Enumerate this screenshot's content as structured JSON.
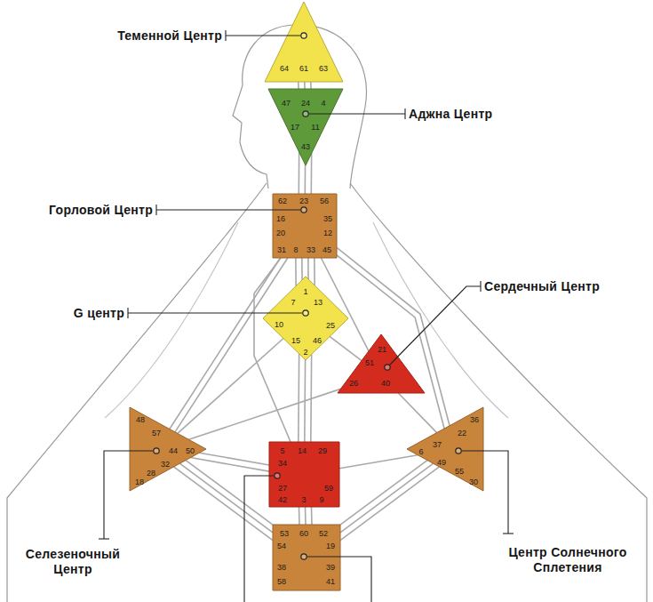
{
  "diagram": {
    "nodes": [
      {
        "text": [
          "Теменной Центр",
          "64",
          "61",
          "63"
        ]
      },
      {
        "text": [
          "Аджна Центр",
          "47",
          "24",
          "4",
          "17",
          "11",
          "43"
        ]
      },
      {
        "text": [
          "Горловой Центр",
          "62",
          "23",
          "56",
          "16",
          "35",
          "20",
          "12",
          "31",
          "8",
          "33",
          "45"
        ]
      },
      {
        "text": [
          "G центр",
          "1",
          "7",
          "13",
          "10",
          "25",
          "15",
          "46",
          "2"
        ]
      },
      {
        "text": [
          "Сердечный Центр",
          "21",
          "51",
          "26",
          "40"
        ]
      },
      {
        "text": [
          "Селезеночный Центр",
          "48",
          "57",
          "44",
          "50",
          "32",
          "28",
          "18"
        ]
      },
      {
        "text": [
          "5",
          "14",
          "29",
          "34",
          "27",
          "59",
          "42",
          "3",
          "9"
        ]
      },
      {
        "text": [
          "Центр Солнечного Сплетения",
          "36",
          "22",
          "37",
          "6",
          "49",
          "55",
          "30"
        ]
      },
      {
        "text": [
          "53",
          "60",
          "52",
          "54",
          "19",
          "38",
          "39",
          "58",
          "41"
        ]
      }
    ],
    "edges": [
      {
        "from": 0,
        "to": 1,
        "arrow": "none"
      },
      {
        "from": 0,
        "to": 1,
        "arrow": "none"
      },
      {
        "from": 0,
        "to": 1,
        "arrow": "none"
      },
      {
        "from": 1,
        "to": 2,
        "arrow": "none"
      },
      {
        "from": 1,
        "to": 2,
        "arrow": "none"
      },
      {
        "from": 1,
        "to": 2,
        "arrow": "none"
      },
      {
        "from": 2,
        "to": 3,
        "arrow": "none"
      },
      {
        "from": 2,
        "to": 3,
        "arrow": "none"
      },
      {
        "from": 2,
        "to": 3,
        "arrow": "none"
      },
      {
        "from": 2,
        "to": 3,
        "arrow": "none"
      },
      {
        "from": 2,
        "to": 5,
        "arrow": "none"
      },
      {
        "from": 2,
        "to": 5,
        "arrow": "none"
      },
      {
        "from": 2,
        "to": 4,
        "arrow": "none"
      },
      {
        "from": 2,
        "to": 7,
        "arrow": "none"
      },
      {
        "from": 2,
        "to": 7,
        "arrow": "none"
      },
      {
        "from": 2,
        "to": 6,
        "arrow": "none"
      },
      {
        "from": 3,
        "to": 4,
        "arrow": "none"
      },
      {
        "from": 3,
        "to": 6,
        "arrow": "none"
      },
      {
        "from": 3,
        "to": 6,
        "arrow": "none"
      },
      {
        "from": 3,
        "to": 6,
        "arrow": "none"
      },
      {
        "from": 3,
        "to": 5,
        "arrow": "none"
      },
      {
        "from": 4,
        "to": 5,
        "arrow": "none"
      },
      {
        "from": 4,
        "to": 7,
        "arrow": "none"
      },
      {
        "from": 5,
        "to": 6,
        "arrow": "none"
      },
      {
        "from": 5,
        "to": 6,
        "arrow": "none"
      },
      {
        "from": 6,
        "to": 7,
        "arrow": "none"
      },
      {
        "from": 6,
        "to": 8,
        "arrow": "none"
      },
      {
        "from": 6,
        "to": 8,
        "arrow": "none"
      },
      {
        "from": 6,
        "to": 8,
        "arrow": "none"
      },
      {
        "from": 5,
        "to": 8,
        "arrow": "none"
      },
      {
        "from": 5,
        "to": 8,
        "arrow": "none"
      },
      {
        "from": 5,
        "to": 8,
        "arrow": "none"
      },
      {
        "from": 7,
        "to": 8,
        "arrow": "none"
      },
      {
        "from": 7,
        "to": 8,
        "arrow": "none"
      },
      {
        "from": 7,
        "to": 8,
        "arrow": "none"
      }
    ]
  }
}
